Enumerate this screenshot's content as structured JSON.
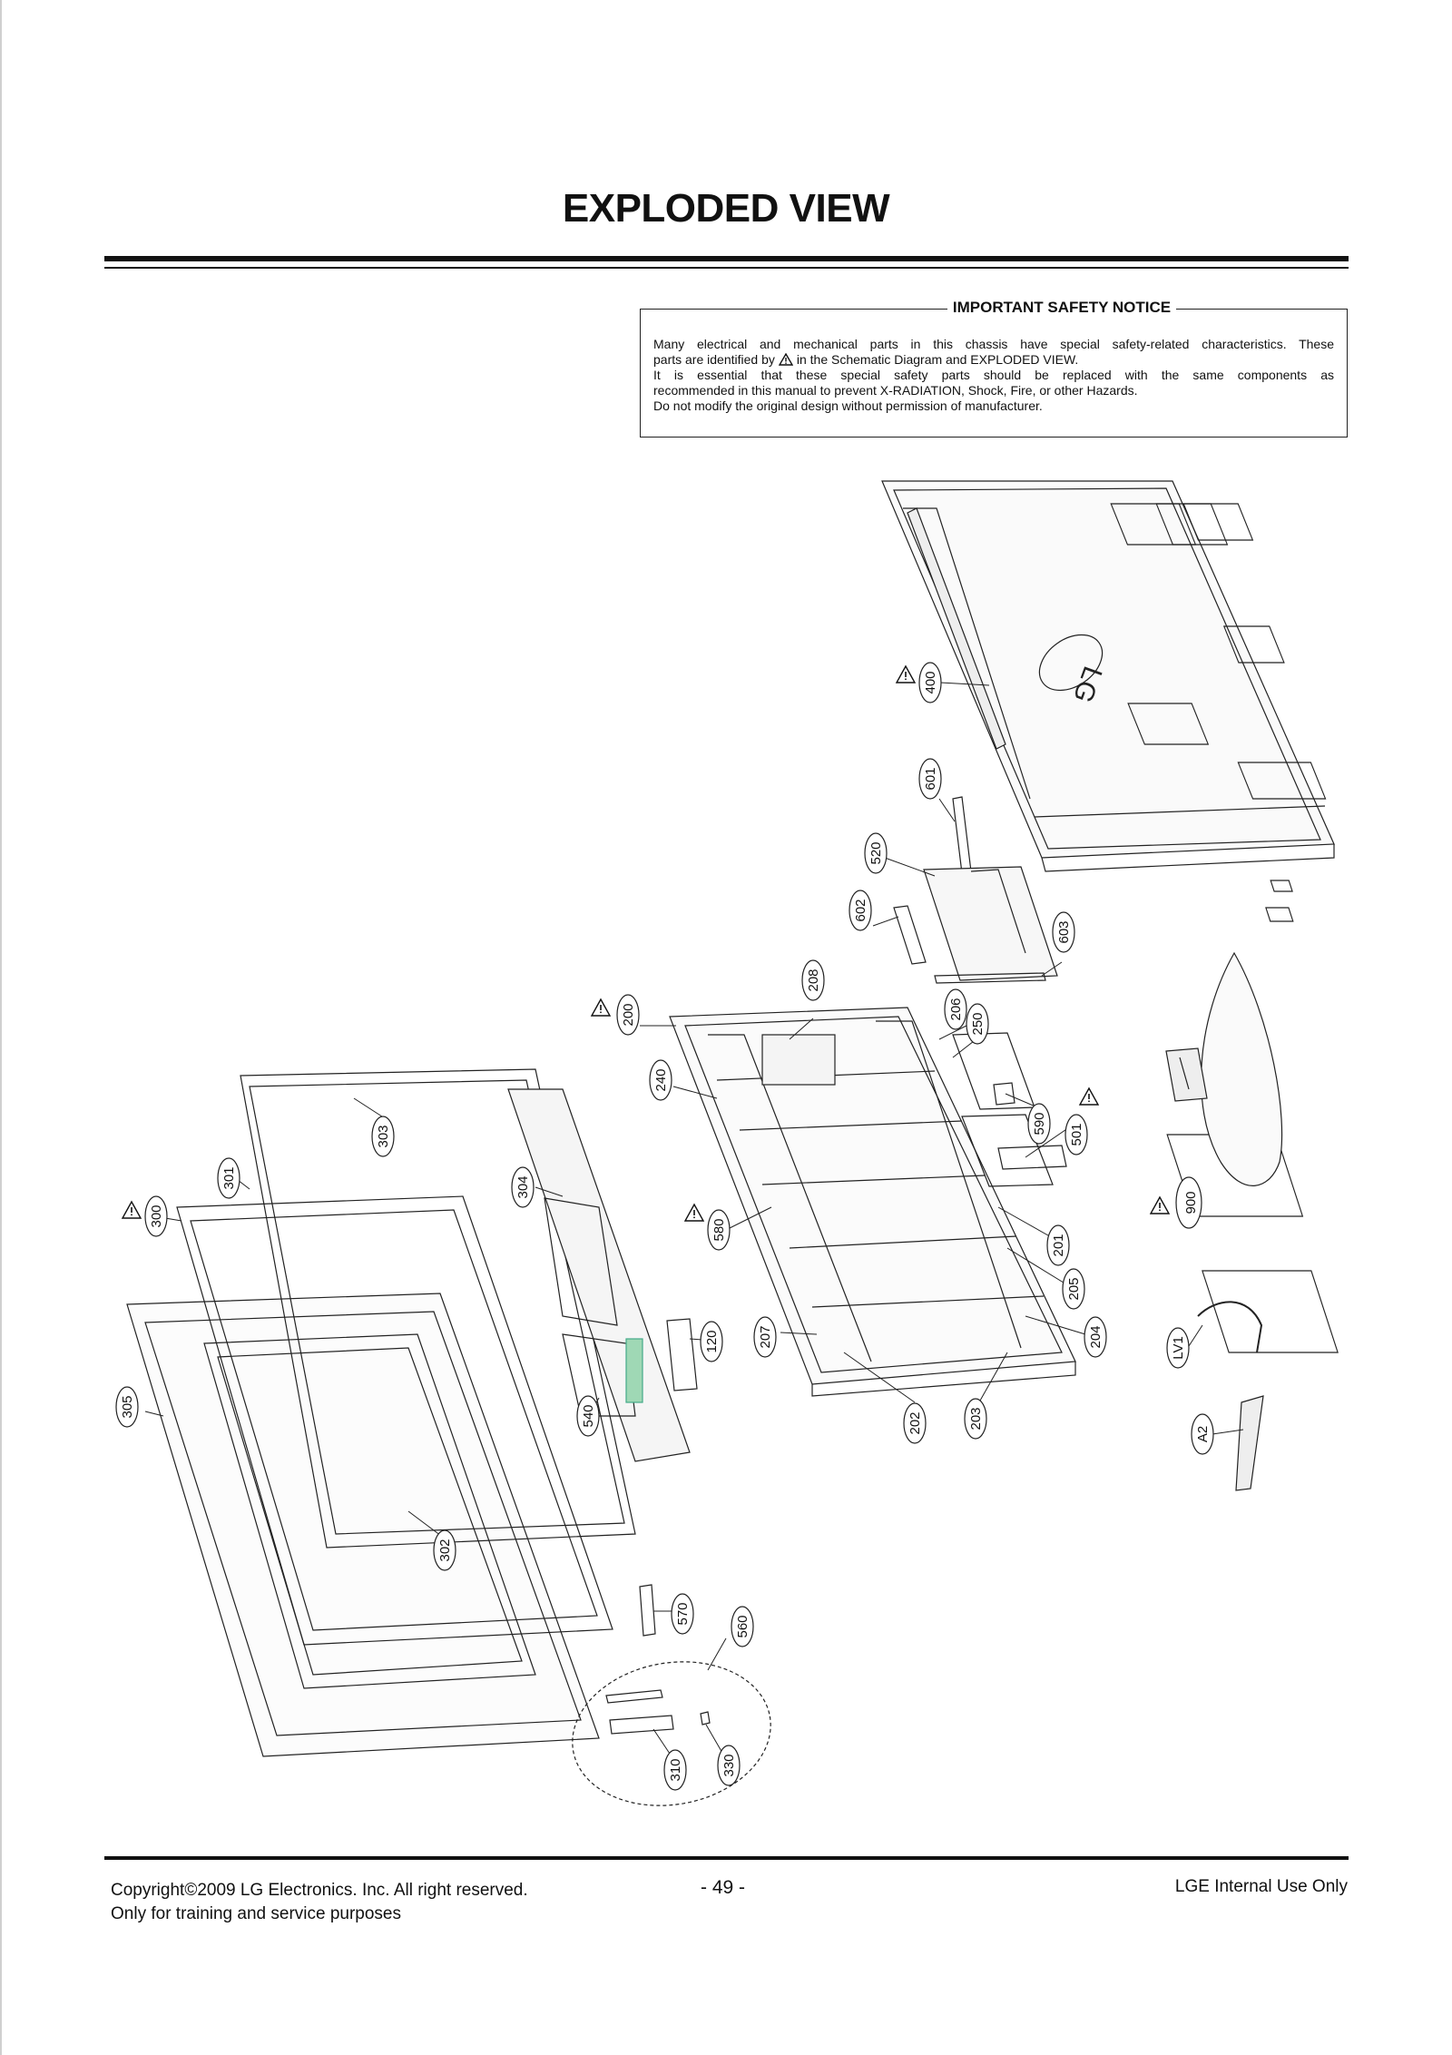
{
  "page": {
    "title": "EXPLODED VIEW"
  },
  "notice": {
    "title": "IMPORTANT SAFETY NOTICE",
    "line1": "Many electrical and mechanical parts in this chassis have special safety-related characteristics. These",
    "line2_a": "parts are identified by",
    "line2_b": "in the Schematic Diagram and EXPLODED VIEW.",
    "line3": "It is essential that these special safety parts should be replaced with the same components as",
    "line4": "recommended in this manual to prevent X-RADIATION, Shock, Fire, or other Hazards.",
    "line5": "Do not modify the original design without permission of manufacturer.",
    "warning_icon": "warning-triangle-icon"
  },
  "diagram": {
    "logo_text": "LG",
    "callouts": {
      "c400": "400",
      "c601": "601",
      "c520": "520",
      "c602": "602",
      "c603": "603",
      "c208": "208",
      "c200": "200",
      "c206": "206",
      "c250": "250",
      "c240": "240",
      "c590": "590",
      "c501": "501",
      "c303": "303",
      "c304": "304",
      "c301": "301",
      "c300": "300",
      "c580": "580",
      "c900": "900",
      "c201": "201",
      "c205": "205",
      "c204": "204",
      "c207": "207",
      "c202": "202",
      "c203": "203",
      "c120": "120",
      "c305": "305",
      "c540": "540",
      "cLV1": "LV1",
      "cA2": "A2",
      "c302": "302",
      "c570": "570",
      "c560": "560",
      "c310": "310",
      "c330": "330"
    }
  },
  "footer": {
    "copyright": "Copyright©2009 LG Electronics. Inc. All right reserved.",
    "training": "Only for training and service purposes",
    "page_number": "- 49 -",
    "internal": "LGE Internal Use Only"
  }
}
